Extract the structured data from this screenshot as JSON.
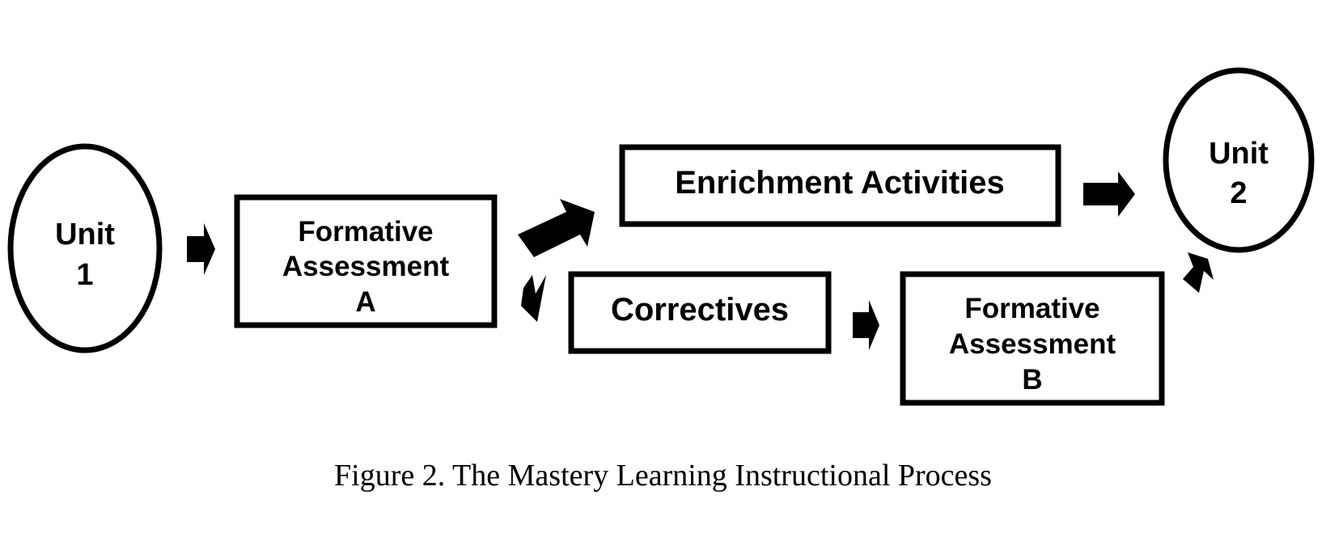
{
  "nodes": {
    "unit1": {
      "lines": [
        "Unit",
        "1"
      ]
    },
    "formative_a": {
      "lines": [
        "Formative",
        "Assessment",
        "A"
      ]
    },
    "enrichment": {
      "lines": [
        "Enrichment Activities"
      ]
    },
    "correctives": {
      "lines": [
        "Correctives"
      ]
    },
    "formative_b": {
      "lines": [
        "Formative",
        "Assessment",
        "B"
      ]
    },
    "unit2": {
      "lines": [
        "Unit",
        "2"
      ]
    }
  },
  "caption": "Figure 2.  The Mastery Learning Instructional Process",
  "colors": {
    "stroke": "#000000",
    "fill": "#ffffff",
    "arrow": "#000000"
  }
}
